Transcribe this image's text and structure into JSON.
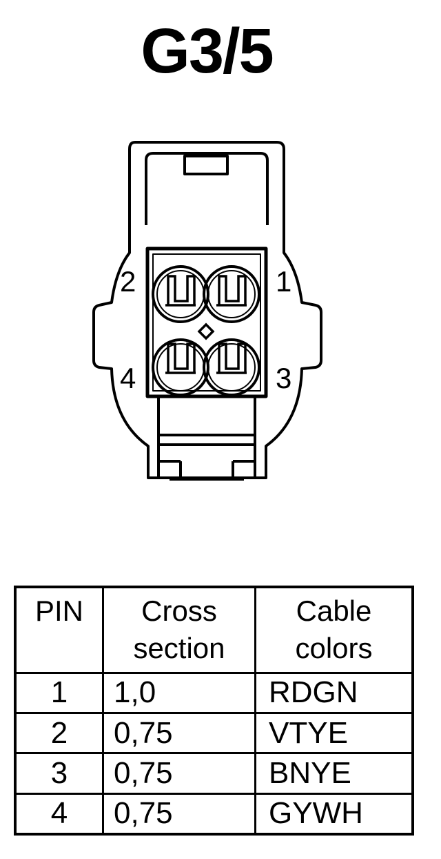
{
  "title": "G3/5",
  "pin_labels": {
    "p1": "1",
    "p2": "2",
    "p3": "3",
    "p4": "4"
  },
  "table": {
    "headers": {
      "pin": "PIN",
      "cross_section_line1": "Cross",
      "cross_section_line2": "section",
      "cable_colors_line1": "Cable",
      "cable_colors_line2": "colors"
    },
    "rows": [
      {
        "pin": "1",
        "cross_section": "1,0",
        "cable_color": "RDGN"
      },
      {
        "pin": "2",
        "cross_section": "0,75",
        "cable_color": "VTYE"
      },
      {
        "pin": "3",
        "cross_section": "0,75",
        "cable_color": "BNYE"
      },
      {
        "pin": "4",
        "cross_section": "0,75",
        "cable_color": "GYWH"
      }
    ]
  }
}
